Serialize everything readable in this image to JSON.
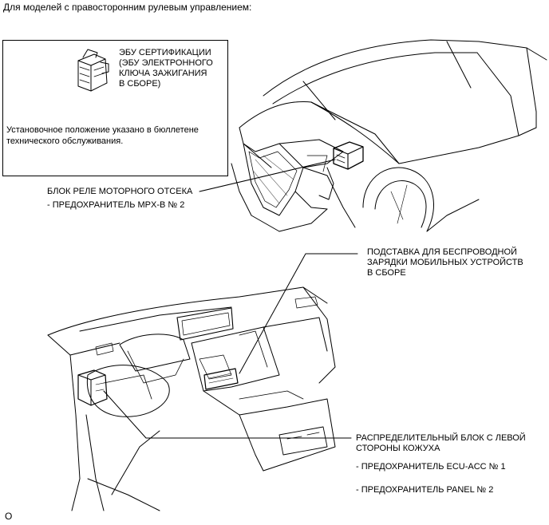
{
  "heading": "Для моделей с правосторонним рулевым управлением:",
  "inset": {
    "ecu_label_lines": [
      "ЭБУ СЕРТИФИКАЦИИ",
      "(ЭБУ ЭЛЕКТРОННОГО",
      "КЛЮЧА ЗАЖИГАНИЯ",
      "В СБОРЕ)"
    ],
    "note_lines": [
      "Установочное положение указано в бюллетене",
      "технического обслуживания."
    ]
  },
  "callouts": {
    "relay_block": "БЛОК РЕЛЕ МОТОРНОГО ОТСЕКА",
    "relay_fuse": "- ПРЕДОХРАНИТЕЛЬ MPX-B № 2",
    "charger_lines": [
      "ПОДСТАВКА ДЛЯ БЕСПРОВОДНОЙ",
      "ЗАРЯДКИ МОБИЛЬНЫХ УСТРОЙСТВ",
      "В СБОРЕ"
    ],
    "junction_lines": [
      "РАСПРЕДЕЛИТЕЛЬНЫЙ БЛОК С ЛЕВОЙ",
      "СТОРОНЫ КОЖУХА"
    ],
    "fuse_acc": "- ПРЕДОХРАНИТЕЛЬ ECU-ACC № 1",
    "fuse_panel": "- ПРЕДОХРАНИТЕЛЬ PANEL № 2"
  },
  "figure_code": "O"
}
